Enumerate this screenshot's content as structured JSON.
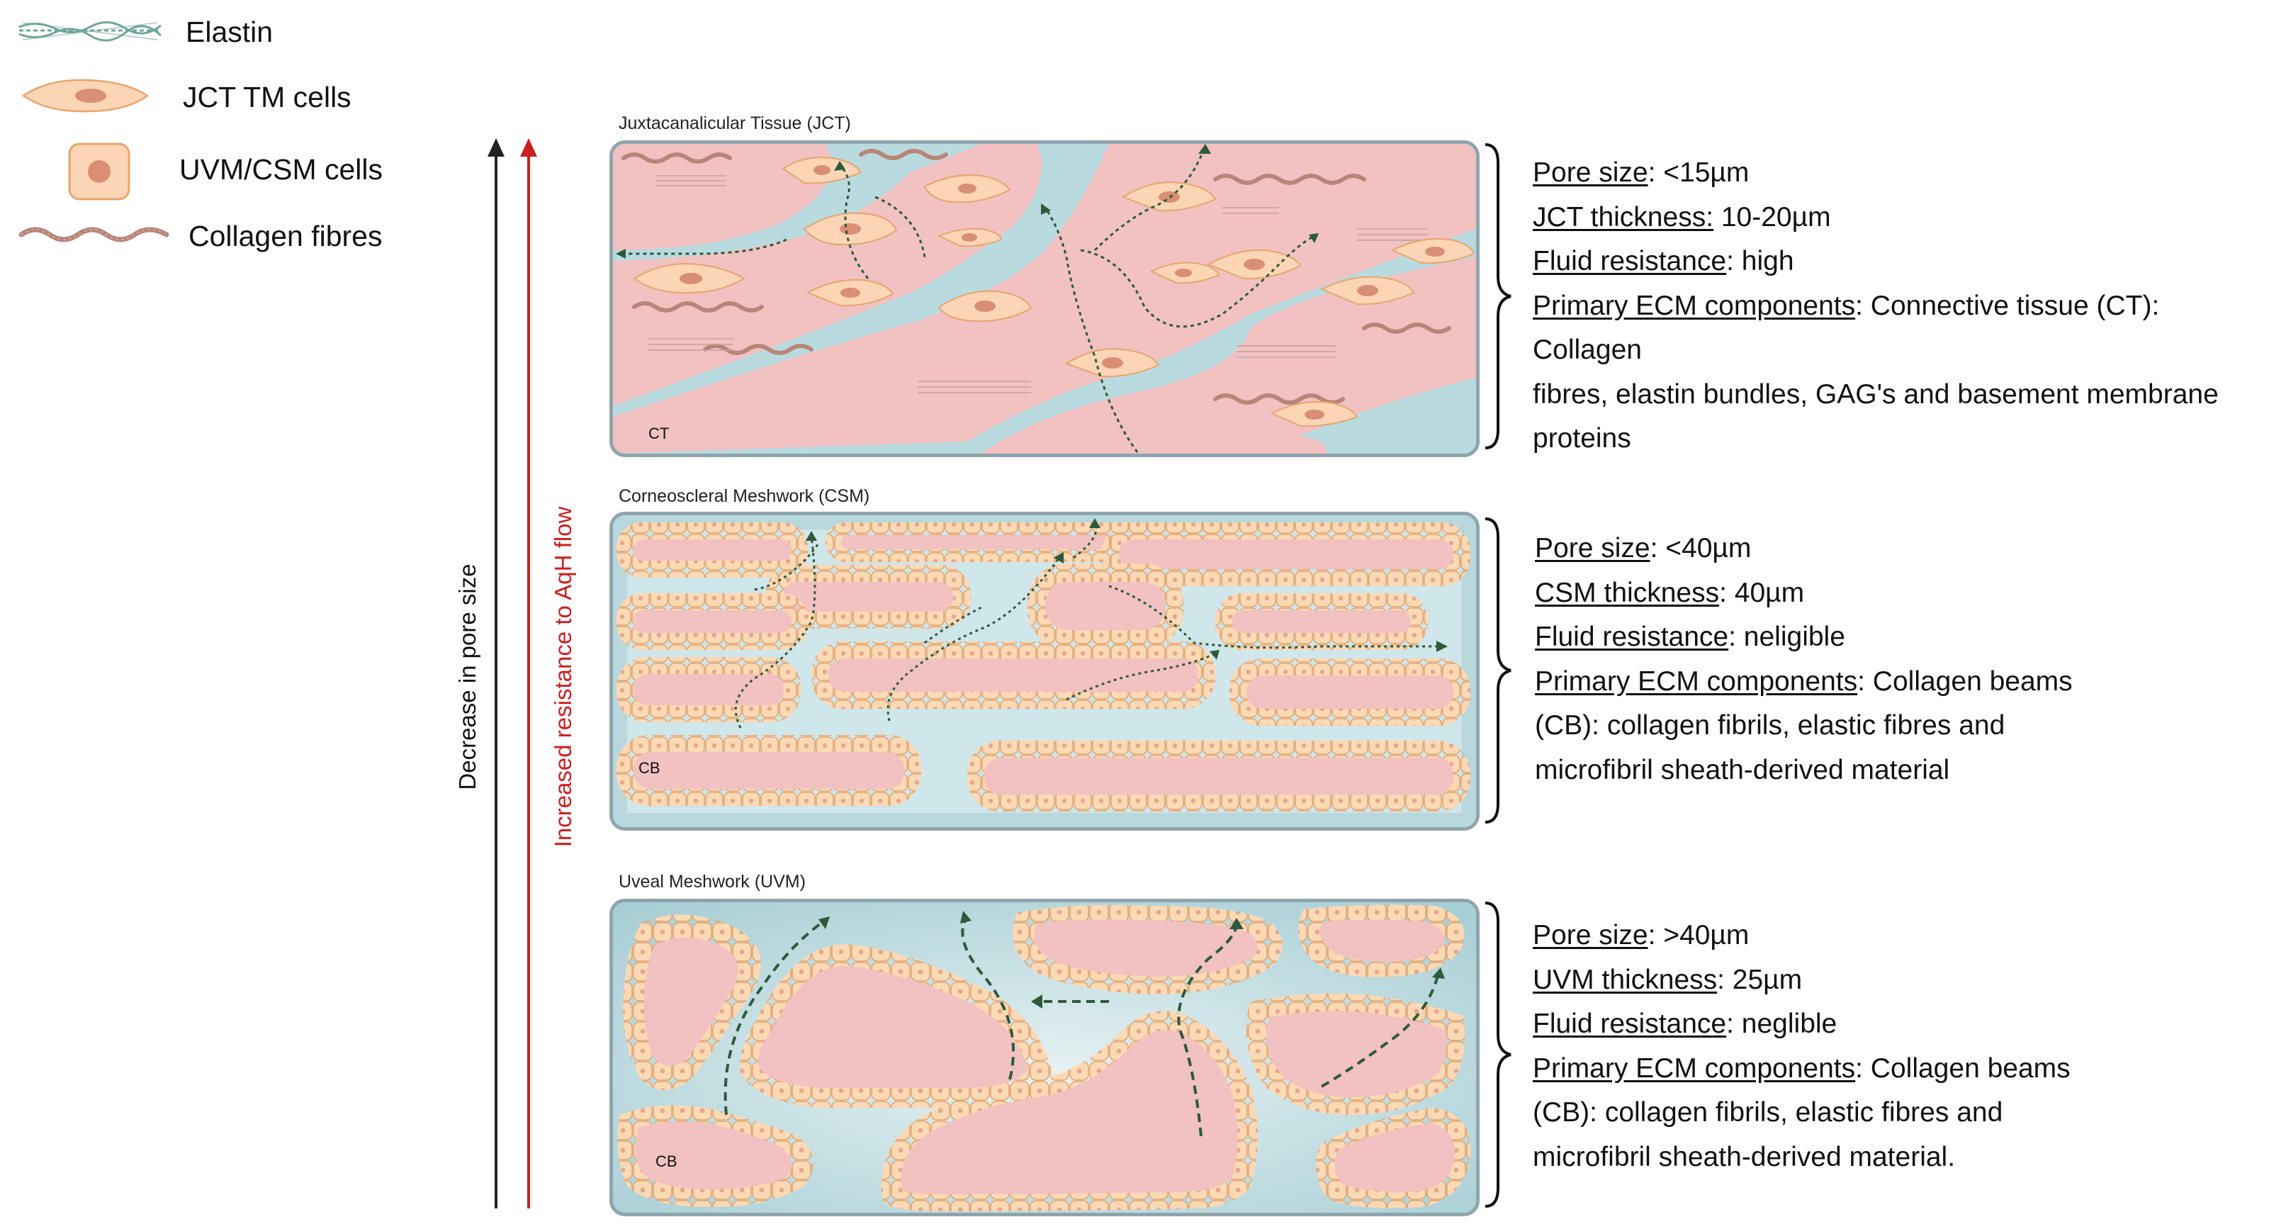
{
  "legend": [
    {
      "icon": "elastin-icon",
      "label": "Elastin"
    },
    {
      "icon": "jct-cell-icon",
      "label": "JCT TM cells"
    },
    {
      "icon": "uvm-csm-cell-icon",
      "label": "UVM/CSM cells"
    },
    {
      "icon": "collagen-fibre-icon",
      "label": "Collagen fibres"
    }
  ],
  "axes": {
    "pore_size": "Decrease in pore size",
    "resistance": "Increased resistance to AqH flow"
  },
  "panels": [
    {
      "title": "Juxtacanalicular Tissue (JCT)",
      "tag": "CT",
      "rows": [
        {
          "term": "Pore size",
          "value": ": <15µm"
        },
        {
          "term": "JCT thickness:",
          "value": " 10-20µm"
        },
        {
          "term": "Fluid resistance",
          "value": ": high"
        },
        {
          "term": "Primary ECM components",
          "value": ": Connective tissue (CT): Collagen"
        }
      ],
      "continuation": [
        "fibres, elastin bundles, GAG's and basement membrane",
        "proteins"
      ]
    },
    {
      "title": "Corneoscleral Meshwork (CSM)",
      "tag": "CB",
      "rows": [
        {
          "term": "Pore size",
          "value": ": <40µm"
        },
        {
          "term": "CSM  thickness",
          "value": ": 40µm"
        },
        {
          "term": "Fluid resistance",
          "value": ": neligible"
        },
        {
          "term": "Primary ECM components",
          "value": ": Collagen beams"
        }
      ],
      "continuation": [
        "(CB): collagen fibrils, elastic fibres and",
        "microfibril sheath-derived material"
      ]
    },
    {
      "title": "Uveal Meshwork (UVM)",
      "tag": "CB",
      "rows": [
        {
          "term": "Pore size",
          "value": ": >40µm"
        },
        {
          "term": "UVM  thickness",
          "value": ": 25µm"
        },
        {
          "term": "Fluid resistance",
          "value": ": neglible"
        },
        {
          "term": "Primary ECM components",
          "value": ": Collagen beams"
        }
      ],
      "continuation": [
        "(CB): collagen fibrils, elastic fibres and",
        "microfibril sheath-derived material."
      ]
    }
  ],
  "colors": {
    "tissue_pink": "#f2c1c2",
    "fluid_blue": "#b9dbe0",
    "cell_fill": "#fbd9b5",
    "cell_border": "#e6a56e",
    "collagen": "#b98579",
    "flow_arrow": "#2d5a3a",
    "arrow_black": "#222222",
    "arrow_red": "#cc1f1f"
  }
}
